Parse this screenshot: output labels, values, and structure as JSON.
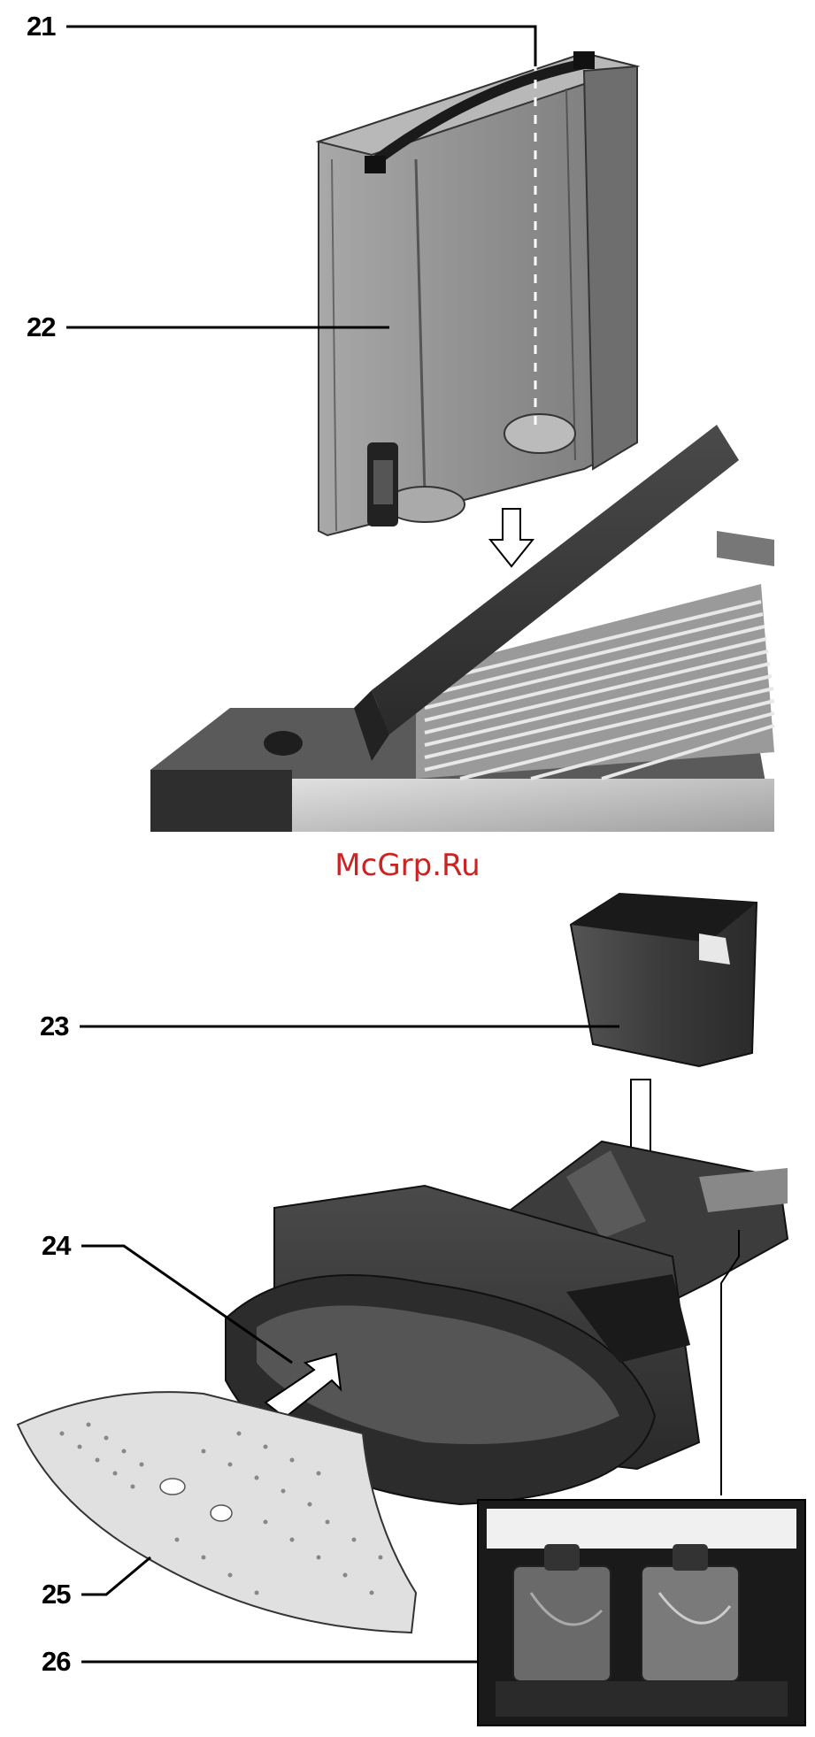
{
  "callouts": [
    {
      "number": "21"
    },
    {
      "number": "22"
    },
    {
      "number": "23"
    },
    {
      "number": "24"
    },
    {
      "number": "25"
    },
    {
      "number": "26"
    }
  ],
  "watermark": "McGrp.Ru",
  "colors": {
    "watermark": "#cc2222",
    "dark_plastic": "#3a3a3a",
    "tank_gray": "#8a8a8a",
    "steel": "#c8c8c8"
  }
}
